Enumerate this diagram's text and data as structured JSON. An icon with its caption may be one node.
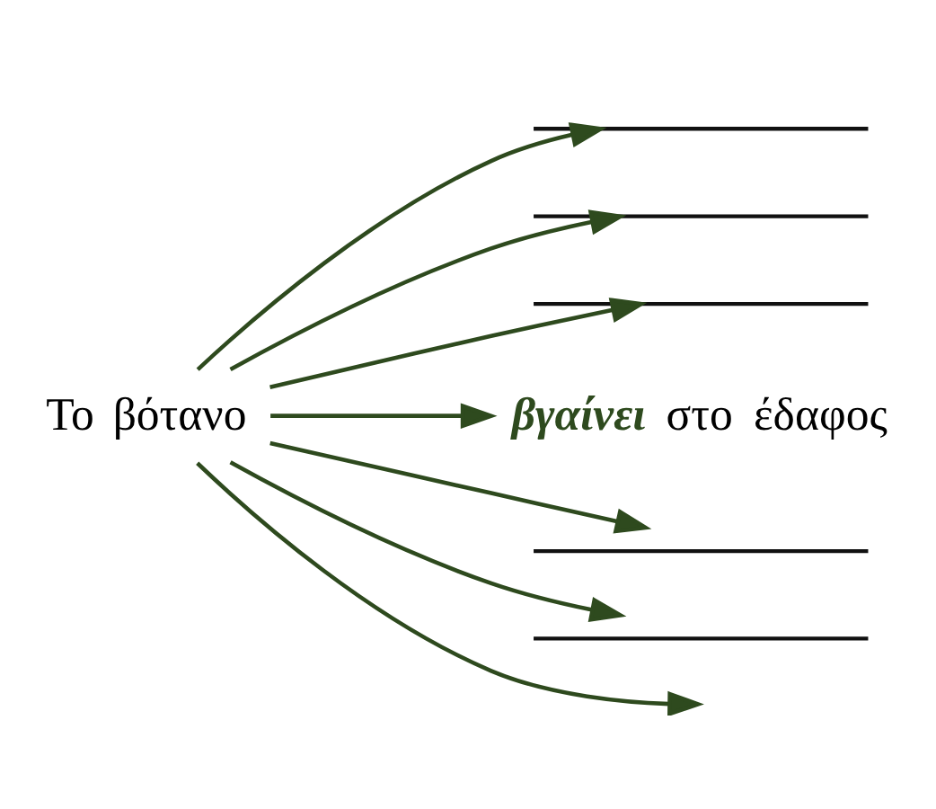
{
  "diagram": {
    "nodes": [
      {
        "text": [
          "Το βότανο"
        ]
      },
      {
        "text": [],
        "shape": "line"
      },
      {
        "text": [],
        "shape": "line"
      },
      {
        "text": [],
        "shape": "line"
      },
      {
        "text": [
          "**βγαίνει** στο έδαφος"
        ]
      },
      {
        "text": [],
        "shape": "line"
      },
      {
        "text": [],
        "shape": "line"
      }
    ],
    "edges": [
      {
        "from": 0,
        "to": 1,
        "arrow": "to"
      },
      {
        "from": 0,
        "to": 2,
        "arrow": "to"
      },
      {
        "from": 0,
        "to": 3,
        "arrow": "to"
      },
      {
        "from": 0,
        "to": 4,
        "arrow": "to"
      },
      {
        "from": 0,
        "to": 5,
        "arrow": "to"
      },
      {
        "from": 0,
        "to": 6,
        "arrow": "to"
      },
      {
        "from": 0,
        "to": null,
        "arrow": "to"
      }
    ]
  }
}
